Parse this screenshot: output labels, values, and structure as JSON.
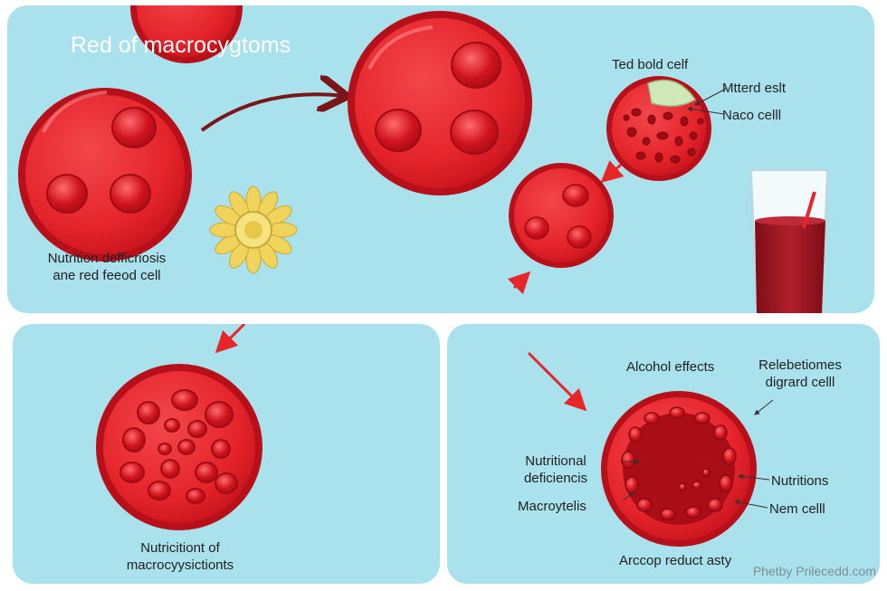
{
  "title": "Red of macrocygtoms",
  "top_panel": {
    "left_caption": [
      "Nutrition defficriosis",
      "ane red feeod cell"
    ],
    "bold_cell_title": "Ted bold celf",
    "mtterd_label": "Mtterd eslt",
    "naco_label": "Naco celll"
  },
  "bottom_left": {
    "caption": [
      "Nutricitiont of",
      "macrocyysictionts"
    ]
  },
  "bottom_right": {
    "alcohol_effects": "Alcohol effects",
    "relebetiomes": [
      "Relebetiomes",
      "digrard celll"
    ],
    "nutritional": [
      "Nutritional",
      "deficiencis"
    ],
    "macroytelis": "Macroytelis",
    "nutritions": "Nutritions",
    "nem_cell": "Nem celll",
    "bottom_label": "Arccop reduct asty"
  },
  "watermark": "Phetby Prilecedd.com",
  "colors": {
    "panel_bg": "#a9e1ec",
    "cell_red": "#e5242b",
    "cell_dark": "#b2101a",
    "arrow_dark": "#7a1518",
    "arrow_red": "#e8262a",
    "glass_liquid": "#9a1420",
    "flower": "#efd35a"
  }
}
